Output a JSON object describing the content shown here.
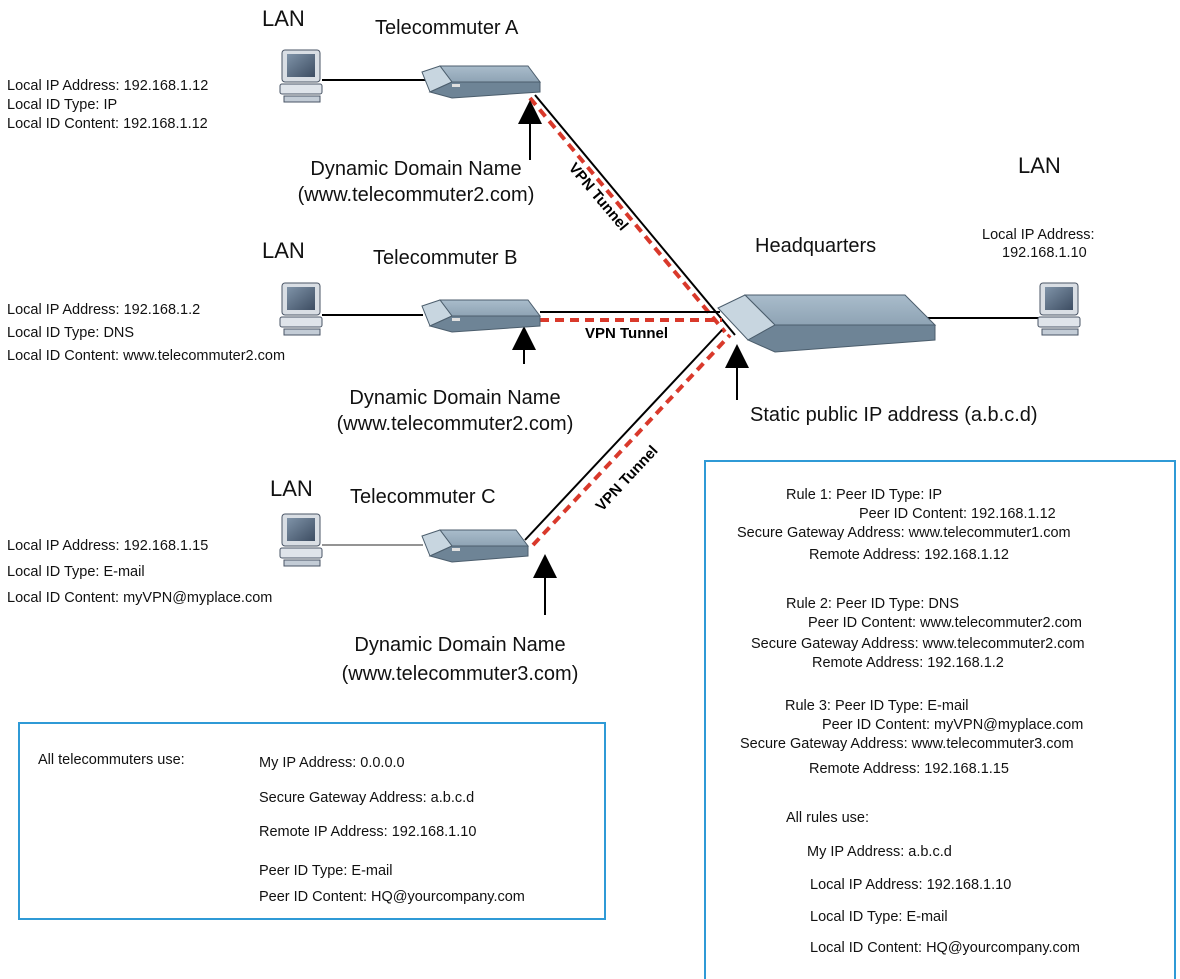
{
  "telecommuters": {
    "a": {
      "lan": "LAN",
      "title": "Telecommuter A",
      "local_ip": "Local IP Address: 192.168.1.12",
      "id_type": "Local ID Type: IP",
      "id_content": "Local ID Content: 192.168.1.12",
      "ddn": "Dynamic Domain Name",
      "ddn_url": "(www.telecommuter2.com)"
    },
    "b": {
      "lan": "LAN",
      "title": "Telecommuter B",
      "local_ip": "Local IP Address: 192.168.1.2",
      "id_type": "Local ID Type: DNS",
      "id_content": "Local ID Content: www.telecommuter2.com",
      "ddn": "Dynamic Domain Name",
      "ddn_url": "(www.telecommuter2.com)"
    },
    "c": {
      "lan": "LAN",
      "title": "Telecommuter C",
      "local_ip": "Local IP Address: 192.168.1.15",
      "id_type": "Local ID Type: E-mail",
      "id_content": "Local ID Content: myVPN@myplace.com",
      "ddn": "Dynamic Domain Name",
      "ddn_url": "(www.telecommuter3.com)"
    }
  },
  "hq": {
    "title": "Headquarters",
    "lan": "LAN",
    "local_ip_label": "Local IP Address:",
    "local_ip_value": "192.168.1.10",
    "static_ip": "Static public IP address (a.b.c.d)"
  },
  "tunnel_label": "VPN Tunnel",
  "all_telecommuters": {
    "heading": "All telecommuters use:",
    "my_ip": "My IP Address: 0.0.0.0",
    "secure_gw": "Secure Gateway Address: a.b.c.d",
    "remote_ip": "Remote IP Address: 192.168.1.10",
    "peer_id_type": "Peer  ID Type: E-mail",
    "peer_id_content": "Peer ID Content: HQ@yourcompany.com"
  },
  "rules": [
    {
      "line1": "Rule 1: Peer ID Type: IP",
      "line2": "Peer ID Content: 192.168.1.12",
      "line3": "Secure Gateway Address: www.telecommuter1.com",
      "line4": "Remote Address: 192.168.1.12"
    },
    {
      "line1": "Rule 2: Peer ID Type: DNS",
      "line2": "Peer ID Content: www.telecommuter2.com",
      "line3": "Secure Gateway Address: www.telecommuter2.com",
      "line4": "Remote Address: 192.168.1.2"
    },
    {
      "line1": "Rule 3: Peer ID Type: E-mail",
      "line2": "Peer ID Content: myVPN@myplace.com",
      "line3": "Secure Gateway Address: www.telecommuter3.com",
      "line4": "Remote Address: 192.168.1.15"
    }
  ],
  "all_rules": {
    "heading": "All rules use:",
    "my_ip": "My IP Address: a.b.c.d",
    "local_ip": "Local IP Address: 192.168.1.10",
    "local_id_type": "Local ID Type: E-mail",
    "local_id_content": "Local ID Content: HQ@yourcompany.com"
  },
  "colors": {
    "tunnel_dash": "#d9392b",
    "box_border": "#2f9ad6",
    "device": "#6e8496"
  }
}
